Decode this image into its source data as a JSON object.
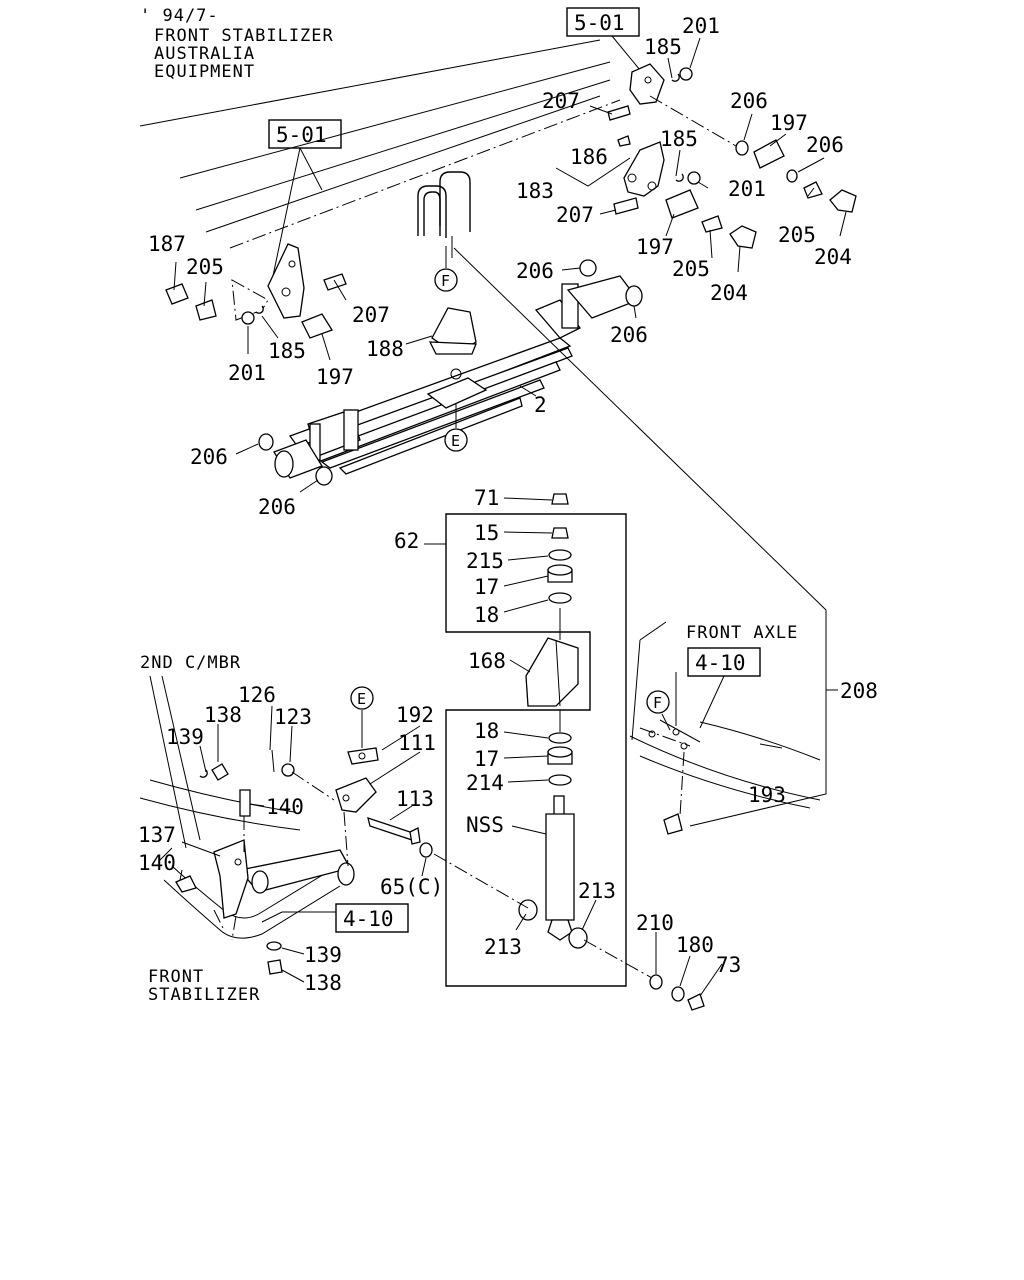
{
  "notes": {
    "top_left": [
      "' 94/7-",
      "FRONT STABILIZER",
      "AUSTRALIA",
      " EQUIPMENT"
    ],
    "front_axle": "FRONT AXLE",
    "second_crossmember": "2ND C/MBR",
    "front_stabilizer": [
      "FRONT",
      "STABILIZER"
    ]
  },
  "refs": {
    "r501_top": "5-01",
    "r501_left": "5-01",
    "r410_axle": "4-10",
    "r410_stab": "4-10"
  },
  "markers": {
    "e_upper": "E",
    "e_lower": "E",
    "f_upper": "F",
    "f_lower": "F"
  },
  "callouts": {
    "c201a": "201",
    "c185a": "185",
    "c207a": "207",
    "c206a": "206",
    "c197a": "197",
    "c206b": "206",
    "c185b": "185",
    "c186": "186",
    "c183": "183",
    "c201b": "201",
    "c207b": "207",
    "c205a": "205",
    "c204a": "204",
    "c197b": "197",
    "c205b": "205",
    "c204b": "204",
    "c187": "187",
    "c205c": "205",
    "c207c": "207",
    "c201c": "201",
    "c185c": "185",
    "c197c": "197",
    "c188": "188",
    "c206c": "206",
    "c206d": "206",
    "c2": "2",
    "c206e": "206",
    "c206f": "206",
    "c71": "71",
    "c62": "62",
    "c15": "15",
    "c215": "215",
    "c17a": "17",
    "c18a": "18",
    "c168": "168",
    "c18b": "18",
    "c17b": "17",
    "c214": "214",
    "cNSS": "NSS",
    "c213a": "213",
    "c213b": "213",
    "c208": "208",
    "c193": "193",
    "c210": "210",
    "c180": "180",
    "c73": "73",
    "c126": "126",
    "c138a": "138",
    "c123": "123",
    "c192": "192",
    "c139a": "139",
    "c111": "111",
    "c140a": "140",
    "c113": "113",
    "c137": "137",
    "c140b": "140",
    "c65": "65(C)",
    "c139b": "139",
    "c138b": "138"
  }
}
